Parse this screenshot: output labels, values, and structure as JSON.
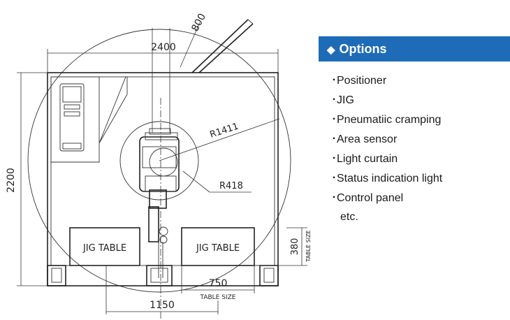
{
  "drawing": {
    "dim_width_top": "2400",
    "dim_height_left": "2200",
    "dim_diag": "800",
    "radius_outer": "R1411",
    "radius_inner": "R418",
    "jig_table_left": "JIG TABLE",
    "jig_table_right": "JIG TABLE",
    "dim_table_height": "380",
    "label_table_size_v": "TABLE SIZE",
    "dim_table_width": "750",
    "label_table_size_h": "TABLE SIZE",
    "dim_table_span": "1150"
  },
  "options": {
    "header_icon": "diamond-icon",
    "header_glyph": "◆",
    "title": "Options",
    "items": [
      "Positioner",
      "JIG",
      "Pneumatiic cramping",
      "Area sensor",
      "Light curtain",
      "Status indication light",
      "Control panel"
    ],
    "bullet": "･",
    "footer": "etc."
  },
  "colors": {
    "header_bg": "#1e6bb8",
    "header_text": "#ffffff",
    "line": "#222222"
  }
}
